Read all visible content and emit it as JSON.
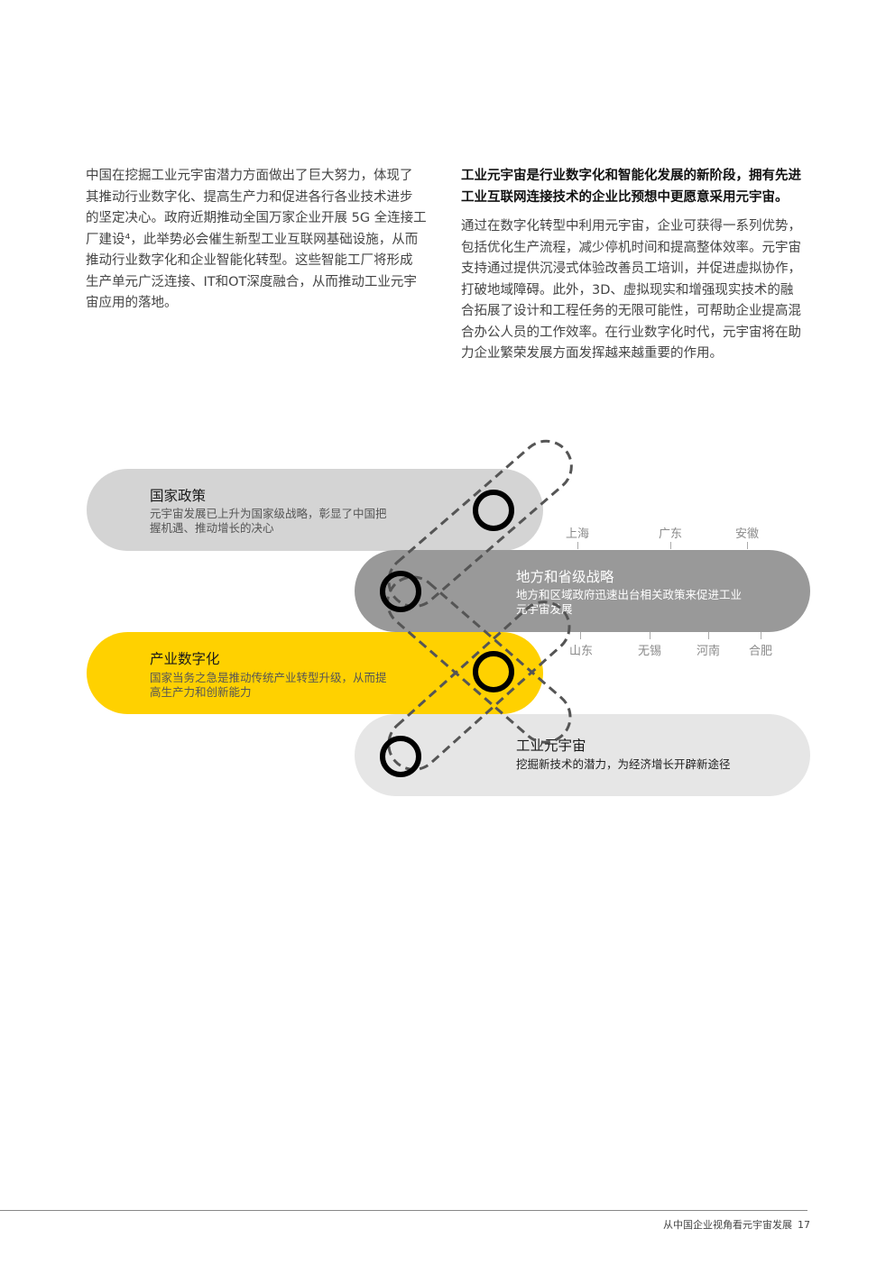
{
  "left_paragraph": "中国在挖掘工业元宇宙潜力方面做出了巨大努力，体现了\n其推动行业数字化、提高生产力和促进各行各业技术进步\n的坚定决心。政府近期推动全国万家企业开展 5G 全连接工\n厂建设⁴，此举势必会催生新型工业互联网基础设施，从而\n推动行业数字化和企业智能化转型。这些智能工厂将形成\n生产单元广泛连接、IT和OT深度融合，从而推动工业元宇\n宙应用的落地。",
  "right_heading": "工业元宇宙是行业数字化和智能化发展的新阶段，拥有先进\n工业互联网连接技术的企业比预想中更愿意采用元宇宙。",
  "right_paragraph": "通过在数字化转型中利用元宇宙，企业可获得一系列优势，\n包括优化生产流程，减少停机时间和提高整体效率。元宇宙\n支持通过提供沉浸式体验改善员工培训，并促进虚拟协作，\n打破地域障碍。此外，3D、虚拟现实和增强现实技术的融\n合拓展了设计和工程任务的无限可能性，可帮助企业提高混\n合办公人员的工作效率。在行业数字化时代，元宇宙将在助\n力企业繁荣发展方面发挥越来越重要的作用。",
  "diagram": {
    "items": [
      {
        "title": "国家政策",
        "desc": "元宇宙发展已上升为国家级战略，彰显了中国把\n握机遇、推动增长的决心"
      },
      {
        "title": "地方和省级战略",
        "desc": "地方和区域政府迅速出台相关政策来促进工业\n元宇宙发展"
      },
      {
        "title": "产业数字化",
        "desc": "国家当务之急是推动传统产业转型升级，从而提\n高生产力和创新能力"
      },
      {
        "title": "工业元宇宙",
        "desc": "挖掘新技术的潜力，为经济增长开辟新途径"
      }
    ],
    "cities_top": [
      "上海",
      "广东",
      "安徽"
    ],
    "cities_bottom": [
      "山东",
      "无锡",
      "河南",
      "合肥"
    ],
    "colors": {
      "light_gray": "#d4d4d4",
      "mid_gray": "#999999",
      "yellow": "#ffd100",
      "pale_gray": "#e6e6e6",
      "connector": "#555555"
    }
  },
  "footer": {
    "title": "从中国企业视角看元宇宙发展",
    "page": "17"
  }
}
